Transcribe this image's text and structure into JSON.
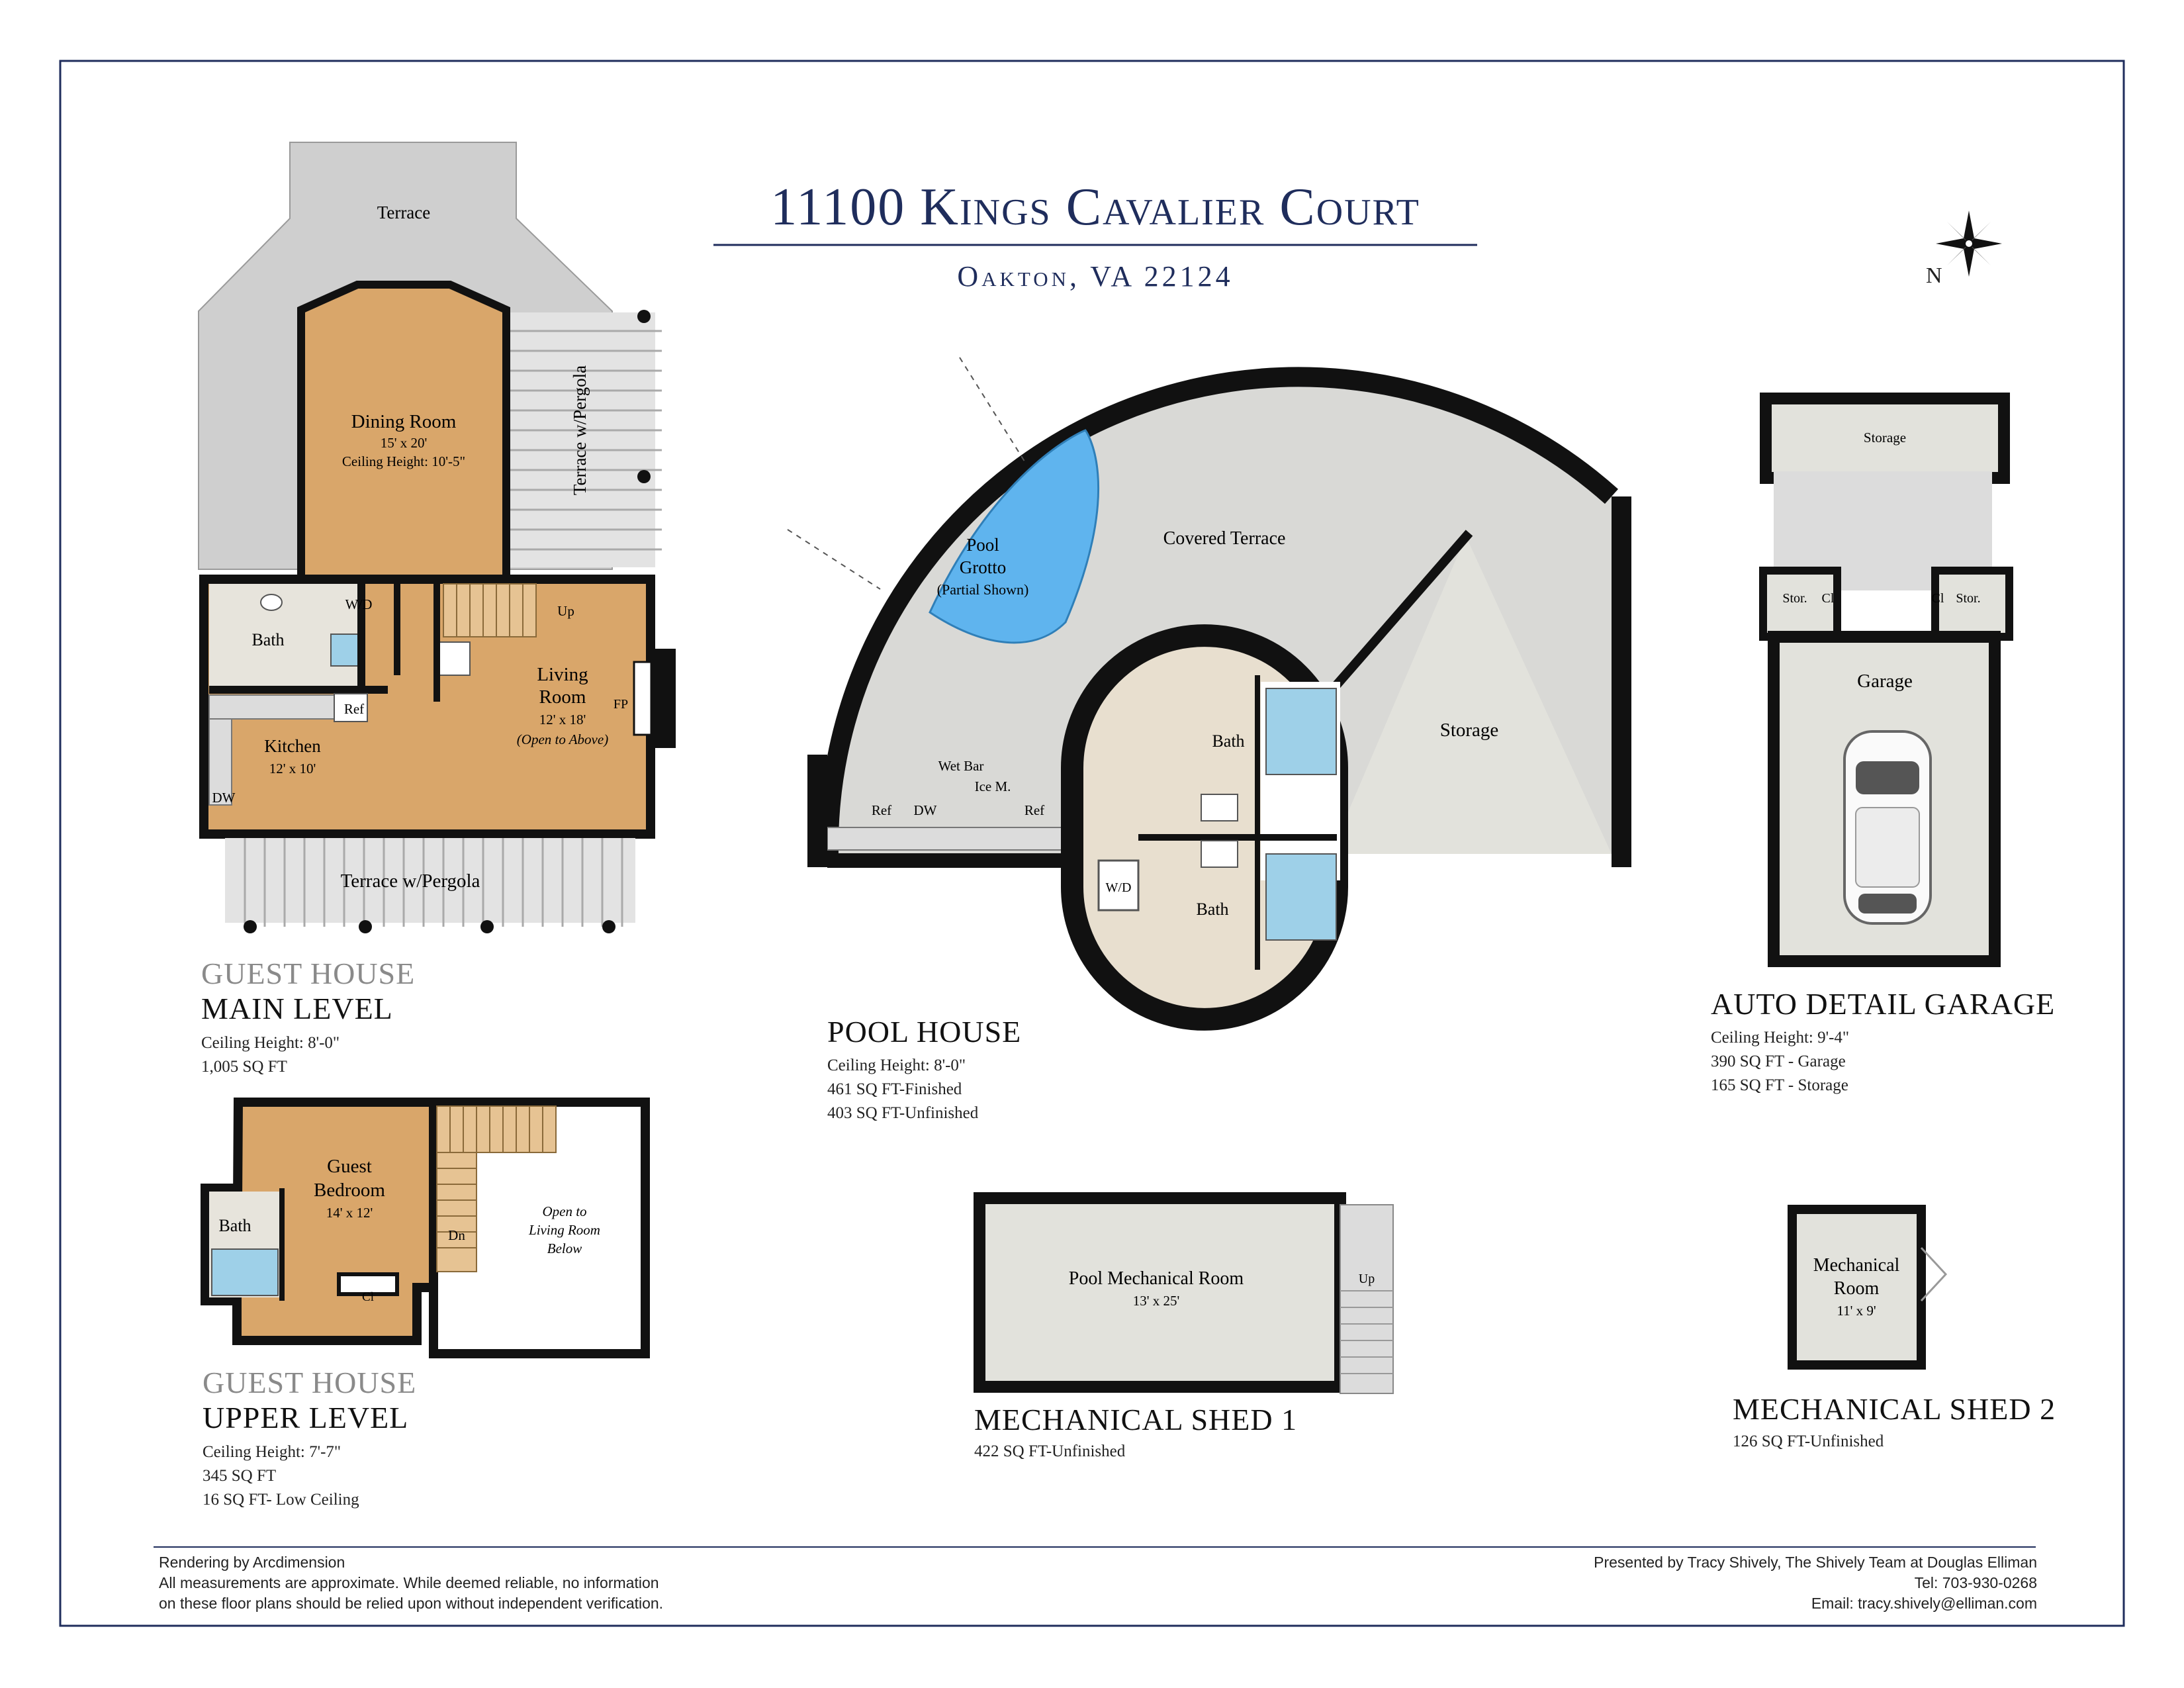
{
  "header": {
    "title": "11100 Kings Cavalier Court",
    "subtitle": "Oakton, VA 22124",
    "north": "N"
  },
  "guest_main": {
    "kicker": "GUEST HOUSE",
    "level": "MAIN LEVEL",
    "stats": [
      "Ceiling Height: 8'-0\"",
      "1,005 SQ FT"
    ],
    "rooms": {
      "terrace": "Terrace",
      "dining": "Dining Room",
      "dining_size": "15' x 20'",
      "dining_ceiling": "Ceiling Height: 10'-5\"",
      "terrace_pergola_side": "Terrace w/Pergola",
      "bath": "Bath",
      "wd": "W/D",
      "ref": "Ref",
      "kitchen": "Kitchen",
      "kitchen_size": "12' x 10'",
      "dw": "DW",
      "up": "Up",
      "living": "Living",
      "living2": "Room",
      "living_size": "12' x 18'",
      "living_note": "(Open to Above)",
      "fp": "FP",
      "terrace_pergola_bottom": "Terrace w/Pergola"
    }
  },
  "guest_upper": {
    "kicker": "GUEST HOUSE",
    "level": "UPPER LEVEL",
    "stats": [
      "Ceiling Height: 7'-7\"",
      "345 SQ FT",
      "16 SQ FT- Low Ceiling"
    ],
    "rooms": {
      "bedroom1": "Guest",
      "bedroom2": "Bedroom",
      "bedroom_size": "14' x 12'",
      "bath": "Bath",
      "dn": "Dn",
      "cl": "Cl",
      "open1": "Open to",
      "open2": "Living Room",
      "open3": "Below"
    }
  },
  "pool_house": {
    "name": "POOL HOUSE",
    "stats": [
      "Ceiling Height: 8'-0\"",
      "461 SQ FT-Finished",
      "403 SQ FT-Unfinished"
    ],
    "rooms": {
      "pool1": "Pool",
      "pool2": "Grotto",
      "pool3": "(Partial Shown)",
      "covered_terrace": "Covered Terrace",
      "storage": "Storage",
      "wet_bar": "Wet Bar",
      "ice": "Ice M.",
      "ref_left": "Ref",
      "dw": "DW",
      "ref_right": "Ref",
      "bath_top": "Bath",
      "bath_bottom": "Bath",
      "wd": "W/D"
    }
  },
  "garage": {
    "name": "AUTO DETAIL GARAGE",
    "stats": [
      "Ceiling Height: 9'-4\"",
      "390 SQ FT - Garage",
      "165 SQ FT - Storage"
    ],
    "rooms": {
      "storage": "Storage",
      "stor_left": "Stor.",
      "cl_left": "Cl",
      "cl_right": "Cl",
      "stor_right": "Stor.",
      "garage": "Garage"
    }
  },
  "shed1": {
    "name": "MECHANICAL SHED 1",
    "stats": [
      "422 SQ FT-Unfinished"
    ],
    "rooms": {
      "room": "Pool Mechanical Room",
      "size": "13' x 25'",
      "up": "Up"
    }
  },
  "shed2": {
    "name": "MECHANICAL SHED 2",
    "stats": [
      "126 SQ FT-Unfinished"
    ],
    "rooms": {
      "room1": "Mechanical",
      "room2": "Room",
      "size": "11' x 9'"
    }
  },
  "footer": {
    "left": [
      "Rendering by Arcdimension",
      "All measurements are approximate. While deemed reliable, no information",
      "on these floor plans should be relied upon without independent verification."
    ],
    "right": [
      "Presented by Tracy Shively, The Shively Team at Douglas Elliman",
      "Tel:  703-930-0268",
      "Email: tracy.shively@elliman.com"
    ]
  },
  "colors": {
    "border": "#1f2d5c",
    "wall": "#111111",
    "wood": "#d9a66a",
    "terrace": "#cfcfcf",
    "water": "#5fb4ee",
    "shower": "#9ed0e8",
    "room_gray": "#e2e2dc"
  }
}
